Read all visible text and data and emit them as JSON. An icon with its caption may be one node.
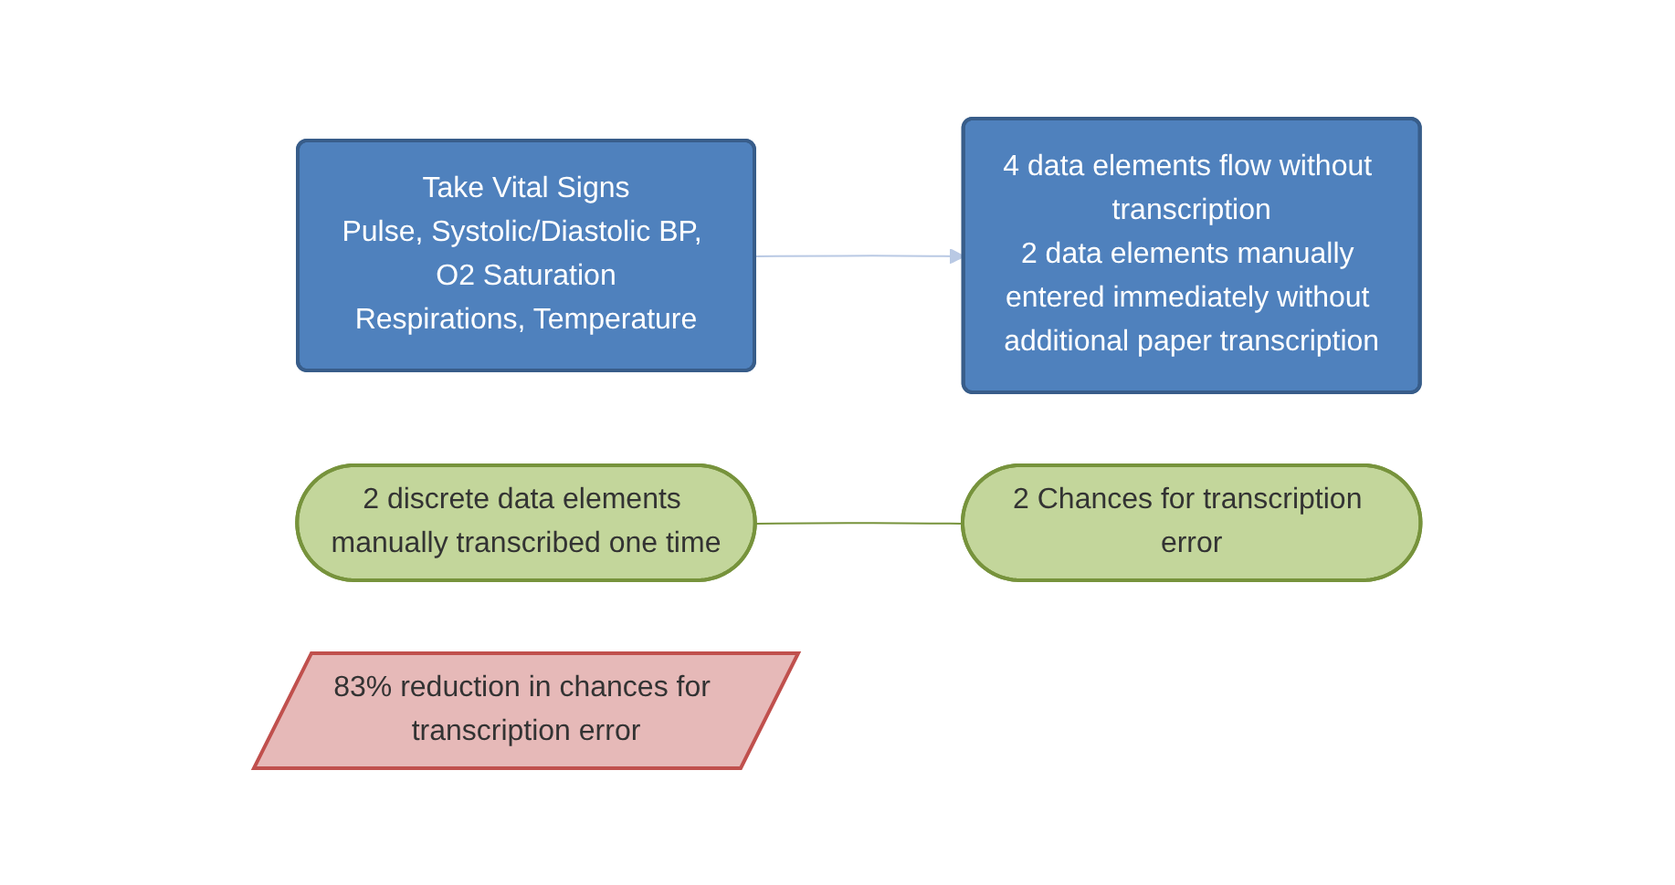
{
  "diagram": {
    "nodes": [
      {
        "text": [
          "Take Vital Signs",
          "Pulse, Systolic/Diastolic BP, O2 Saturation",
          "Respirations, Temperature"
        ]
      },
      {
        "text": [
          "4 data elements flow without transcription",
          "2 data elements manually entered immediately without additional paper transcription"
        ]
      },
      {
        "text": [
          "2 discrete data elements manually transcribed one time"
        ]
      },
      {
        "text": [
          "2 Chances for transcription error"
        ]
      },
      {
        "text": [
          "83% reduction in chances for transcription error"
        ]
      }
    ],
    "edges": [
      {
        "from": 0,
        "to": 1,
        "arrow": "to",
        "color": "#b9c9e4"
      },
      {
        "from": 2,
        "to": 3,
        "arrow": "none",
        "color": "#77933c"
      }
    ]
  }
}
